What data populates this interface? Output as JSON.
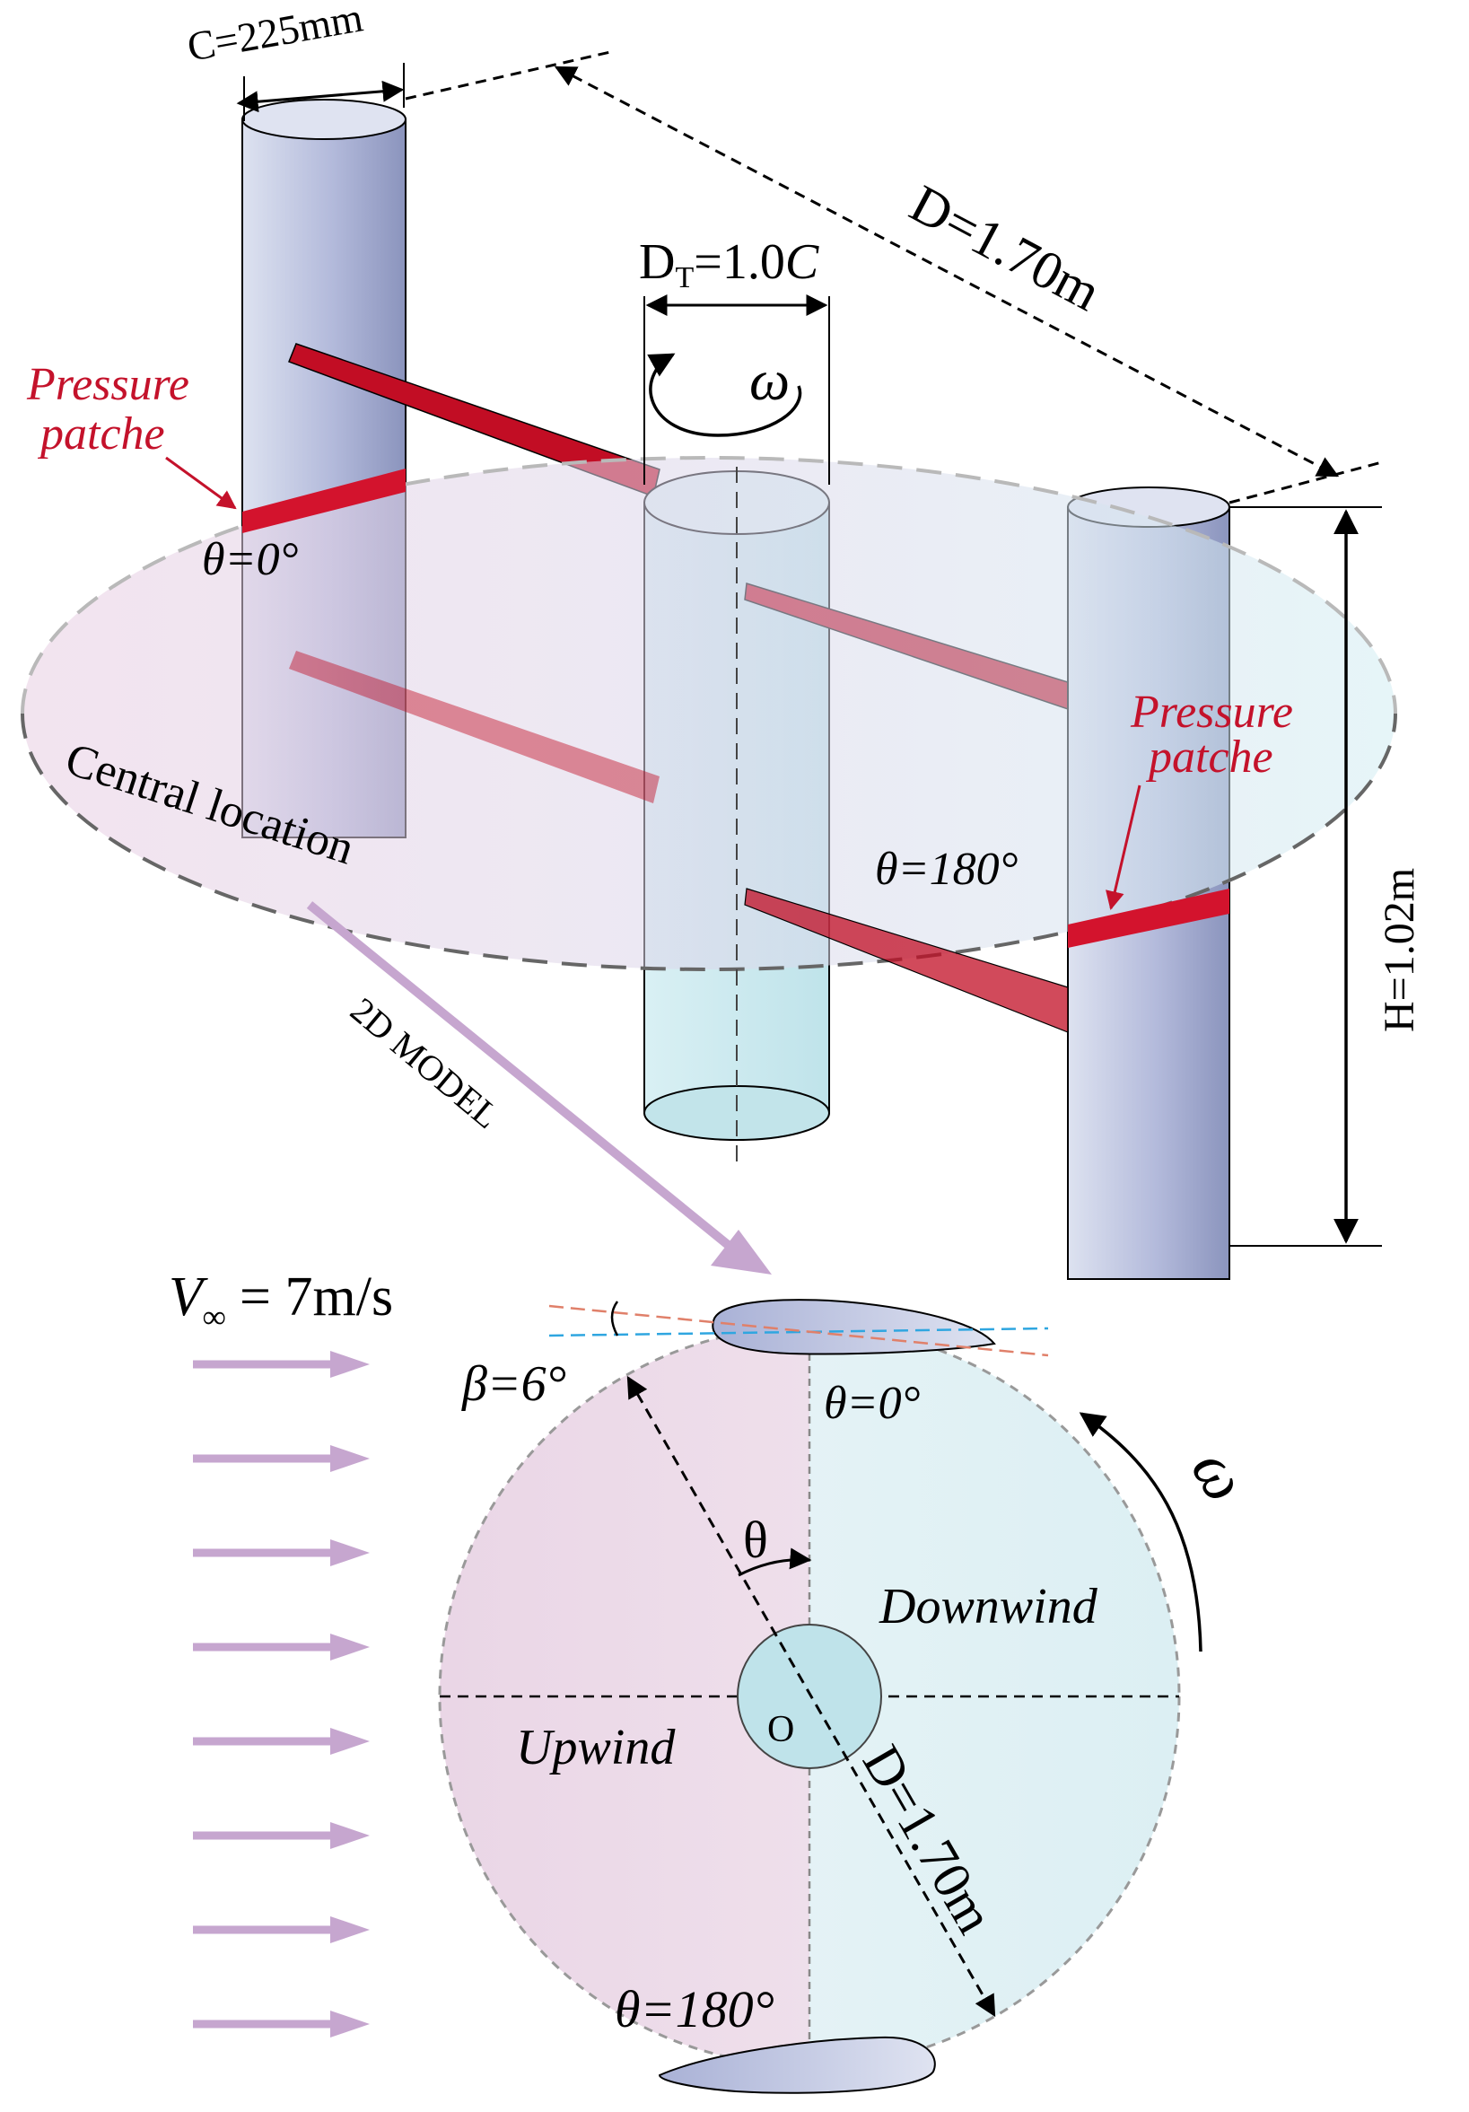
{
  "labels": {
    "chord": "C=225mm",
    "rotor_diameter_top": "D=1.70m",
    "shaft_diameter_main": "D",
    "shaft_diameter_sub": "T",
    "shaft_diameter_rest": "=1.0",
    "shaft_diameter_c": "C",
    "omega_top": "ω",
    "pressure_left_1": "Pressure",
    "pressure_left_2": "patche",
    "pressure_right_1": "Pressure",
    "pressure_right_2": "patche",
    "theta_zero_top": "θ=0°",
    "theta_180_top": "θ=180°",
    "central_location": "Central location",
    "height": "H=1.02m",
    "model_2d": "2D MODEL",
    "freestream_v": "V",
    "freestream_sub": "∞",
    "freestream_value": " = 7m/s",
    "beta": "β=6°",
    "theta_zero_bottom": "θ=0°",
    "omega_bottom": "ω",
    "theta_symbol": "θ",
    "downwind": "Downwind",
    "upwind": "Upwind",
    "origin": "O",
    "rotor_diameter_bottom": "D=1.70m",
    "theta_180_bottom": "θ=180°"
  },
  "colors": {
    "blade_light": "#dadfee",
    "blade_dark": "#8e97be",
    "strut_red": "#c20d24",
    "shaft_cyan": "#c6e9ef",
    "plane_pink": "#e6cce0",
    "plane_cyan": "#d4ecf1",
    "arrow_purple": "#c6a6cf",
    "label_red": "#c4122b",
    "dashed_gray": "#8a8a8a"
  },
  "freestream_arrow_count": 8
}
